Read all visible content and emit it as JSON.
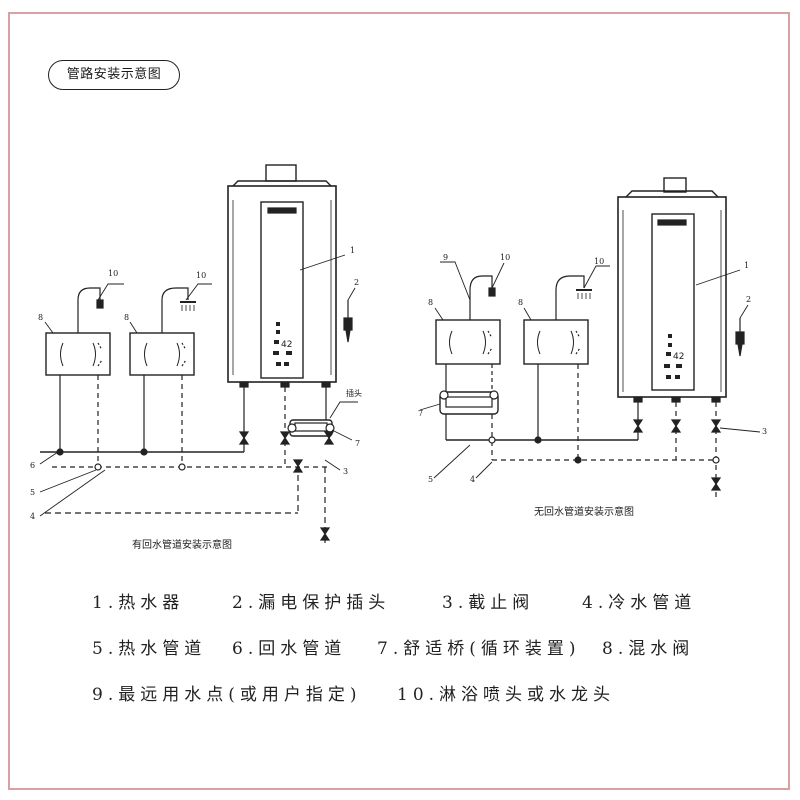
{
  "title": "管路安装示意图",
  "left_caption": "有回水管道安装示意图",
  "right_caption": "无回水管道安装示意图",
  "callouts": {
    "left": [
      "1",
      "2",
      "8",
      "8",
      "10",
      "10",
      "插头",
      "7",
      "3",
      "6",
      "5",
      "4"
    ],
    "right": [
      "1",
      "2",
      "9",
      "10",
      "10",
      "8",
      "8",
      "7",
      "3",
      "5",
      "4"
    ]
  },
  "heater_display": "42",
  "legend": {
    "row1": [
      "1.热水器",
      "2.漏电保护插头",
      "3.截止阀",
      "4.冷水管道"
    ],
    "row2": [
      "5.热水管道",
      "6.回水管道",
      "7.舒适桥(循环装置)",
      "8.混水阀"
    ],
    "row3": [
      "9.最远用水点(或用户指定)",
      "10.淋浴喷头或水龙头"
    ]
  }
}
